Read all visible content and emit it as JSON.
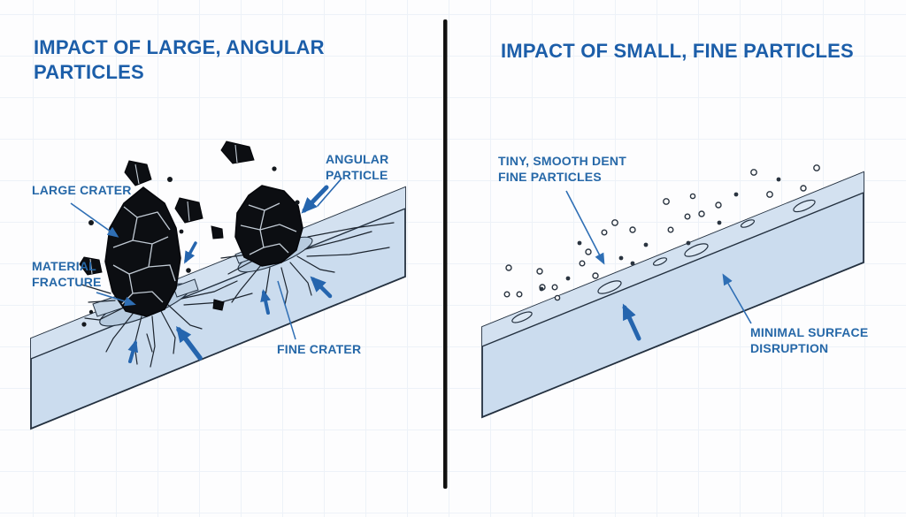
{
  "left_panel": {
    "title": "IMPACT OF LARGE, ANGULAR\nPARTICLES",
    "labels": {
      "large_crater": "LARGE CRATER",
      "material_fracture": "MATERIAL\nFRACTURE",
      "angular_particle": "ANGULAR\nPARTICLE",
      "fine_crater": "FINE CRATER"
    }
  },
  "right_panel": {
    "title": "IMPACT OF SMALL, FINE PARTICLES",
    "labels": {
      "tiny_smooth_dent": "TINY, SMOOTH DENT\nFINE PARTICLES",
      "minimal_surface_disruption": "MINIMAL SURFACE\nDISRUPTION"
    }
  },
  "colors": {
    "title_blue": "#1c5ea9",
    "label_blue": "#2668a8",
    "arrow_blue": "#2565ae",
    "slab_fill": "#cbdcee",
    "slab_band_fill": "#d3e1f0",
    "crater_fill": "#b7cbdf",
    "outline_dark": "#23303f",
    "rock_black": "#0c0e12",
    "divider_black": "#101010"
  }
}
